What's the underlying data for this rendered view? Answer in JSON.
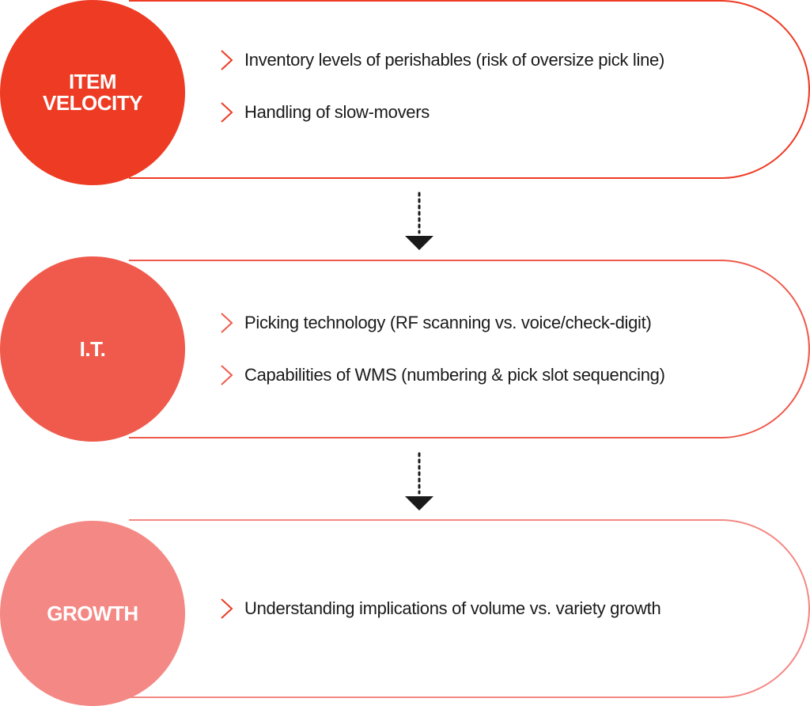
{
  "colors": {
    "item_velocity": "#ee3b24",
    "it": "#ef5a4c",
    "growth": "#f48884",
    "text": "#1a1a1a",
    "arrow": "#1a1a1a"
  },
  "sections": [
    {
      "label": "ITEM\nVELOCITY",
      "bullets": [
        "Inventory levels of perishables (risk of oversize pick line)",
        "Handling of slow-movers"
      ]
    },
    {
      "label": "I.T.",
      "bullets": [
        "Picking technology (RF scanning vs. voice/check-digit)",
        "Capabilities of WMS (numbering & pick slot sequencing)"
      ]
    },
    {
      "label": "GROWTH",
      "bullets": [
        "Understanding implications of volume vs. variety growth"
      ]
    }
  ],
  "icons": {
    "bullet": "chevron-right-icon",
    "connector": "dotted-arrow-down-icon"
  }
}
